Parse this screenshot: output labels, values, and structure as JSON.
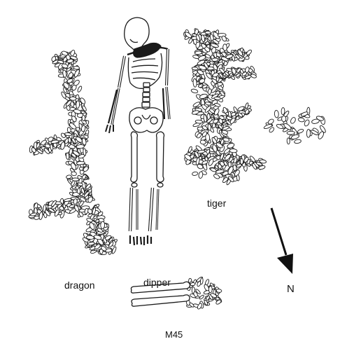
{
  "labels": {
    "tiger": "tiger",
    "dragon": "dragon",
    "dipper": "dipper",
    "north": "N",
    "burial": "M45"
  },
  "colors": {
    "ink": "#111111",
    "shell": "#1a1a1a",
    "shell_fill": "#ffffff"
  },
  "icons": {
    "north_arrow": "arrow-down-right-icon"
  }
}
